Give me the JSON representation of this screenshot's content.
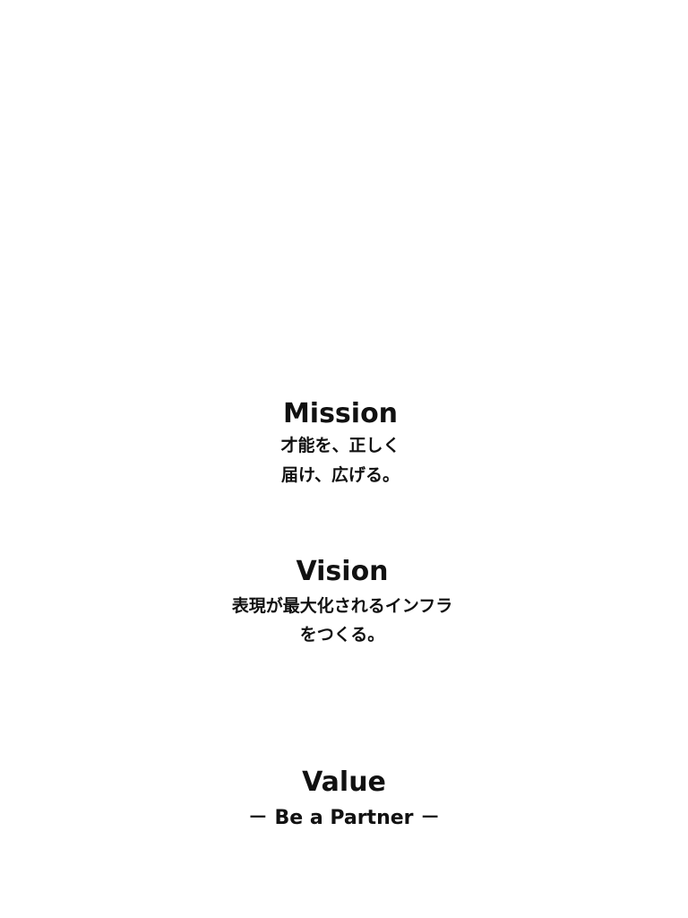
{
  "mission": {
    "title": "Mission",
    "lines": [
      "才能を、正しく",
      "届け、広げる。"
    ]
  },
  "vision": {
    "title": "Vision",
    "lines": [
      "表現が最大化されるインフラ",
      "をつくる。"
    ]
  },
  "value": {
    "title": "Value",
    "subtitle": "－ Be a Partner －"
  }
}
